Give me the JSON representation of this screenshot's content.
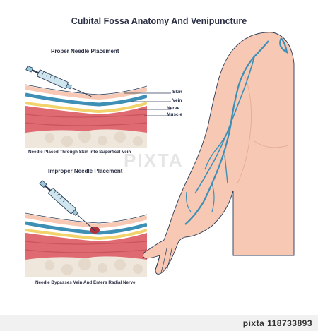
{
  "title": "Cubital Fossa Anatomy And Venipuncture",
  "proper": {
    "heading": "Proper Needle Placement",
    "caption": "Needle Placed Through Skin Into Superfical Vein"
  },
  "improper": {
    "heading": "Improper Needle Placement",
    "caption": "Needle Bypasses Vein And Enters Radial Nerve"
  },
  "layer_labels": [
    "Skin",
    "Vein",
    "Nerve",
    "Muscle"
  ],
  "watermark": "PIXTA",
  "stock_id": "pixta  118733893",
  "colors": {
    "skin": "#f7c9b5",
    "vein": "#3d8fb5",
    "nerve": "#f2d36b",
    "muscle": "#e06a72",
    "bone": "#efe7dc",
    "syringe": "#9cc8dc",
    "outline": "#2b3a55"
  }
}
